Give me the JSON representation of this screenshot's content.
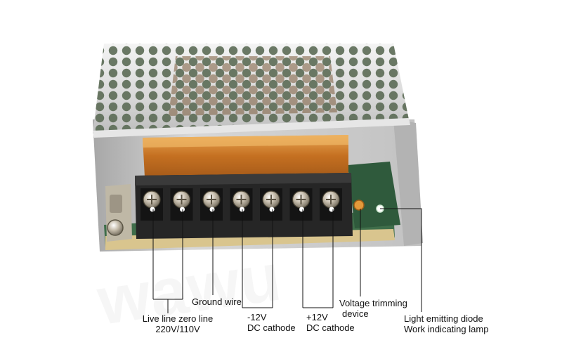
{
  "watermark": "wawu",
  "product": {
    "device": "switching power supply",
    "screw_terminals": 7
  },
  "callouts": {
    "live_zero": {
      "line1": "Live line zero line",
      "line2": "220V/110V"
    },
    "ground": {
      "line1": "Ground wire"
    },
    "minus12": {
      "line1": "-12V",
      "line2": "DC cathode"
    },
    "plus12": {
      "line1": "+12V",
      "line2": "DC cathode"
    },
    "trimming": {
      "line1": "Voltage trimming",
      "line2": "device"
    },
    "led": {
      "line1": "Light emitting diode",
      "line2": "Work indicating lamp"
    }
  },
  "colors": {
    "background": "#ffffff",
    "metal": "#c9c9c9",
    "pcb_green": "#2f5a3c",
    "amber_cover": "#c9731d",
    "terminal_block": "#262626",
    "callout_line": "#111111"
  }
}
